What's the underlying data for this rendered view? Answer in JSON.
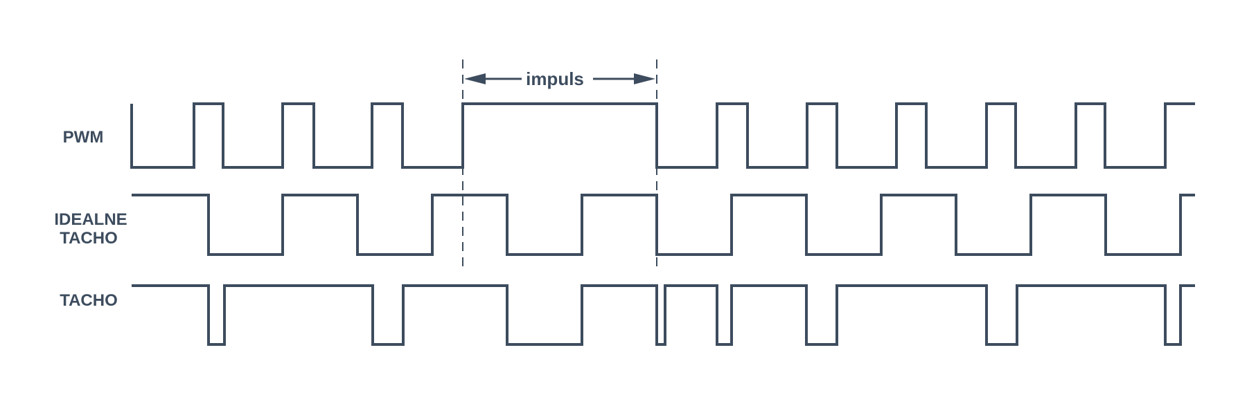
{
  "diagram": {
    "color": "#3d4c5e",
    "annotation": {
      "label": "impuls"
    },
    "signals": [
      {
        "id": "pwm",
        "label_lines": [
          "PWM"
        ]
      },
      {
        "id": "ideal",
        "label_lines": [
          "IDEALNE",
          "TACHO"
        ]
      },
      {
        "id": "tacho",
        "label_lines": [
          "TACHO"
        ]
      }
    ]
  }
}
